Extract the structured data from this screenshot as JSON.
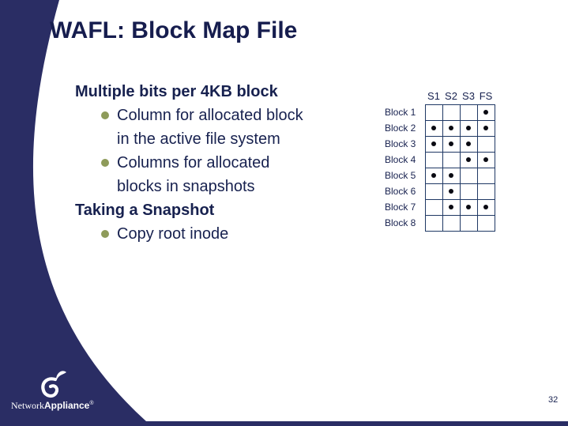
{
  "slide": {
    "title": "WAFL: Block Map File",
    "page_number": "32",
    "colors": {
      "sidebar_navy": "#2A2D64",
      "text_navy": "#17214F",
      "title_navy": "#161D4E",
      "bullet_olive": "#8E9B5A",
      "table_border_navy": "#1F3864",
      "dot_black": "#0A0A12",
      "background": "#FFFFFF"
    }
  },
  "body": {
    "sections": [
      {
        "heading": "Multiple bits per 4KB block",
        "bullets": [
          {
            "line1": "Column for allocated block",
            "line2": "in the active file system"
          },
          {
            "line1": "Columns for allocated",
            "line2": "blocks in snapshots"
          }
        ]
      },
      {
        "heading": "Taking a Snapshot",
        "bullets": [
          {
            "line1": "Copy root inode",
            "line2": ""
          }
        ]
      }
    ]
  },
  "block_map": {
    "columns": [
      "S1",
      "S2",
      "S3",
      "FS"
    ],
    "rows": [
      {
        "label": "Block 1",
        "dots": [
          false,
          false,
          false,
          true
        ]
      },
      {
        "label": "Block 2",
        "dots": [
          true,
          true,
          true,
          true
        ]
      },
      {
        "label": "Block 3",
        "dots": [
          true,
          true,
          true,
          false
        ]
      },
      {
        "label": "Block 4",
        "dots": [
          false,
          false,
          true,
          true
        ]
      },
      {
        "label": "Block 5",
        "dots": [
          true,
          true,
          false,
          false
        ]
      },
      {
        "label": "Block 6",
        "dots": [
          false,
          true,
          false,
          false
        ]
      },
      {
        "label": "Block 7",
        "dots": [
          false,
          true,
          true,
          true
        ]
      },
      {
        "label": "Block 8",
        "dots": [
          false,
          false,
          false,
          false
        ]
      }
    ]
  },
  "footer": {
    "logo_text_serif": "Network",
    "logo_text_bold": "Appliance",
    "logo_reg_mark": "®"
  }
}
